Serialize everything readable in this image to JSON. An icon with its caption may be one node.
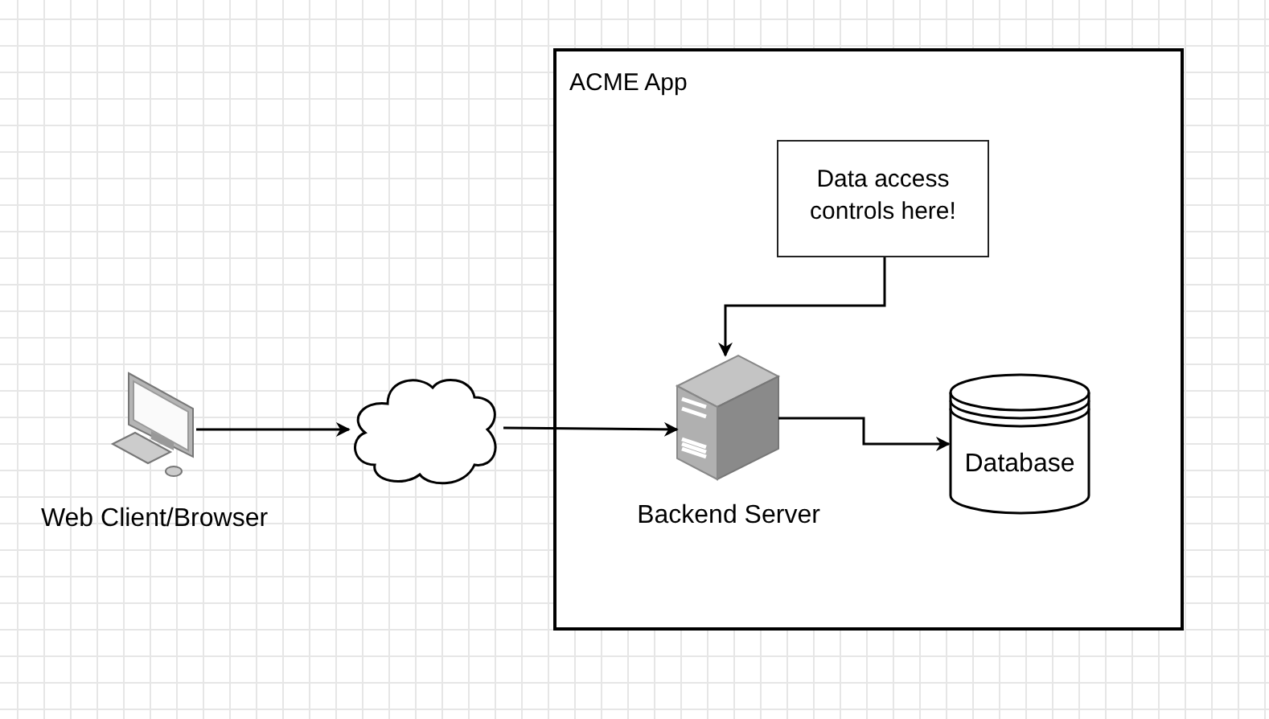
{
  "diagram": {
    "nodes": [
      {
        "text": [
          "ACME App"
        ]
      },
      {
        "text": [
          "Data access controls here!"
        ],
        "in": 0
      },
      {
        "text": [
          "Web Client/Browser"
        ]
      },
      {
        "text": [],
        "shape": "cloud"
      },
      {
        "text": [
          "Backend Server"
        ],
        "in": 0
      },
      {
        "text": [
          "Database"
        ],
        "in": 0
      }
    ],
    "edges": [
      {
        "from": 2,
        "to": 3,
        "arrow": "to"
      },
      {
        "from": 3,
        "to": 4,
        "arrow": "to"
      },
      {
        "from": 1,
        "to": 4,
        "arrow": "to"
      },
      {
        "from": 4,
        "to": 5,
        "arrow": "to"
      }
    ]
  }
}
